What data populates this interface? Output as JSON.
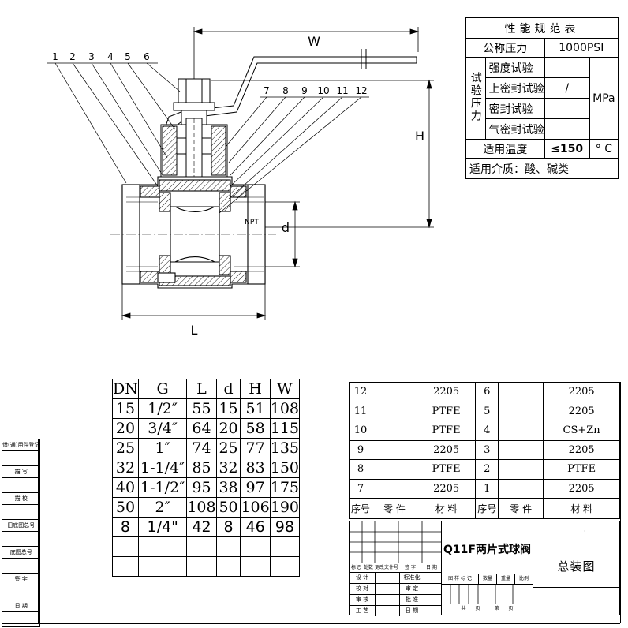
{
  "drawing": {
    "callouts": [
      "1",
      "2",
      "3",
      "4",
      "5",
      "6",
      "7",
      "8",
      "9",
      "10",
      "11",
      "12"
    ],
    "dims": {
      "w": "W",
      "h": "H",
      "l": "L",
      "d": "d",
      "npt": "NPT"
    }
  },
  "spec": {
    "title": "性能规范表",
    "nominal_pressure_label": "公称压力",
    "nominal_pressure_value": "1000PSI",
    "test_pressure_label": "试验压力",
    "strength_test": "强度试验",
    "upper_seal_test": "上密封试验",
    "slash": "/",
    "seal_test": "密封试验",
    "air_seal_test": "气密封试验",
    "unit": "MPa",
    "temp_label": "适用温度",
    "temp_value": "≤150",
    "temp_unit": "° C",
    "medium": "适用介质：酸、碱类"
  },
  "dim_table": {
    "headers": [
      "DN",
      "G",
      "L",
      "d",
      "H",
      "W"
    ],
    "rows": [
      [
        "15",
        "1/2″",
        "55",
        "15",
        "51",
        "108"
      ],
      [
        "20",
        "3/4″",
        "64",
        "20",
        "58",
        "115"
      ],
      [
        "25",
        "1″",
        "74",
        "25",
        "77",
        "135"
      ],
      [
        "32",
        "1-1/4″",
        "85",
        "32",
        "83",
        "150"
      ],
      [
        "40",
        "1-1/2″",
        "95",
        "38",
        "97",
        "175"
      ],
      [
        "50",
        "2″",
        "108",
        "50",
        "106",
        "190"
      ],
      [
        "8",
        "1/4\"",
        "42",
        "8",
        "46",
        "98"
      ]
    ]
  },
  "bom": {
    "rows": [
      {
        "ln": "12",
        "lm": "2205",
        "rn": "6",
        "rm": "2205"
      },
      {
        "ln": "11",
        "lm": "PTFE",
        "rn": "5",
        "rm": "2205"
      },
      {
        "ln": "10",
        "lm": "PTFE",
        "rn": "4",
        "rm": "CS+Zn"
      },
      {
        "ln": "9",
        "lm": "2205",
        "rn": "3",
        "rm": "2205"
      },
      {
        "ln": "8",
        "lm": "PTFE",
        "rn": "2",
        "rm": "PTFE"
      },
      {
        "ln": "7",
        "lm": "2205",
        "rn": "1",
        "rm": "2205"
      }
    ],
    "header": {
      "no": "序号",
      "part": "零 件",
      "mat": "材 料"
    }
  },
  "title_block": {
    "product": "Q11F两片式球阀",
    "drawing_type": "总装图",
    "rev_headers": [
      "标记",
      "处数",
      "更改文件号",
      "签 字",
      "日 期"
    ],
    "roles": [
      "设 计",
      "校 对",
      "审 核",
      "工 艺"
    ],
    "roles2": [
      "标准化",
      "审 定",
      "批 准",
      "日 期"
    ],
    "stage_headers": [
      "图 样 标 记",
      "数量",
      "重量",
      "比例"
    ],
    "sheets": "共　　页　　　第　　页"
  },
  "side": {
    "rows": [
      "借(通)用件登记",
      "描 写",
      "描 校",
      "旧底图总号",
      "底图总号",
      "签 字",
      "日 期"
    ]
  }
}
